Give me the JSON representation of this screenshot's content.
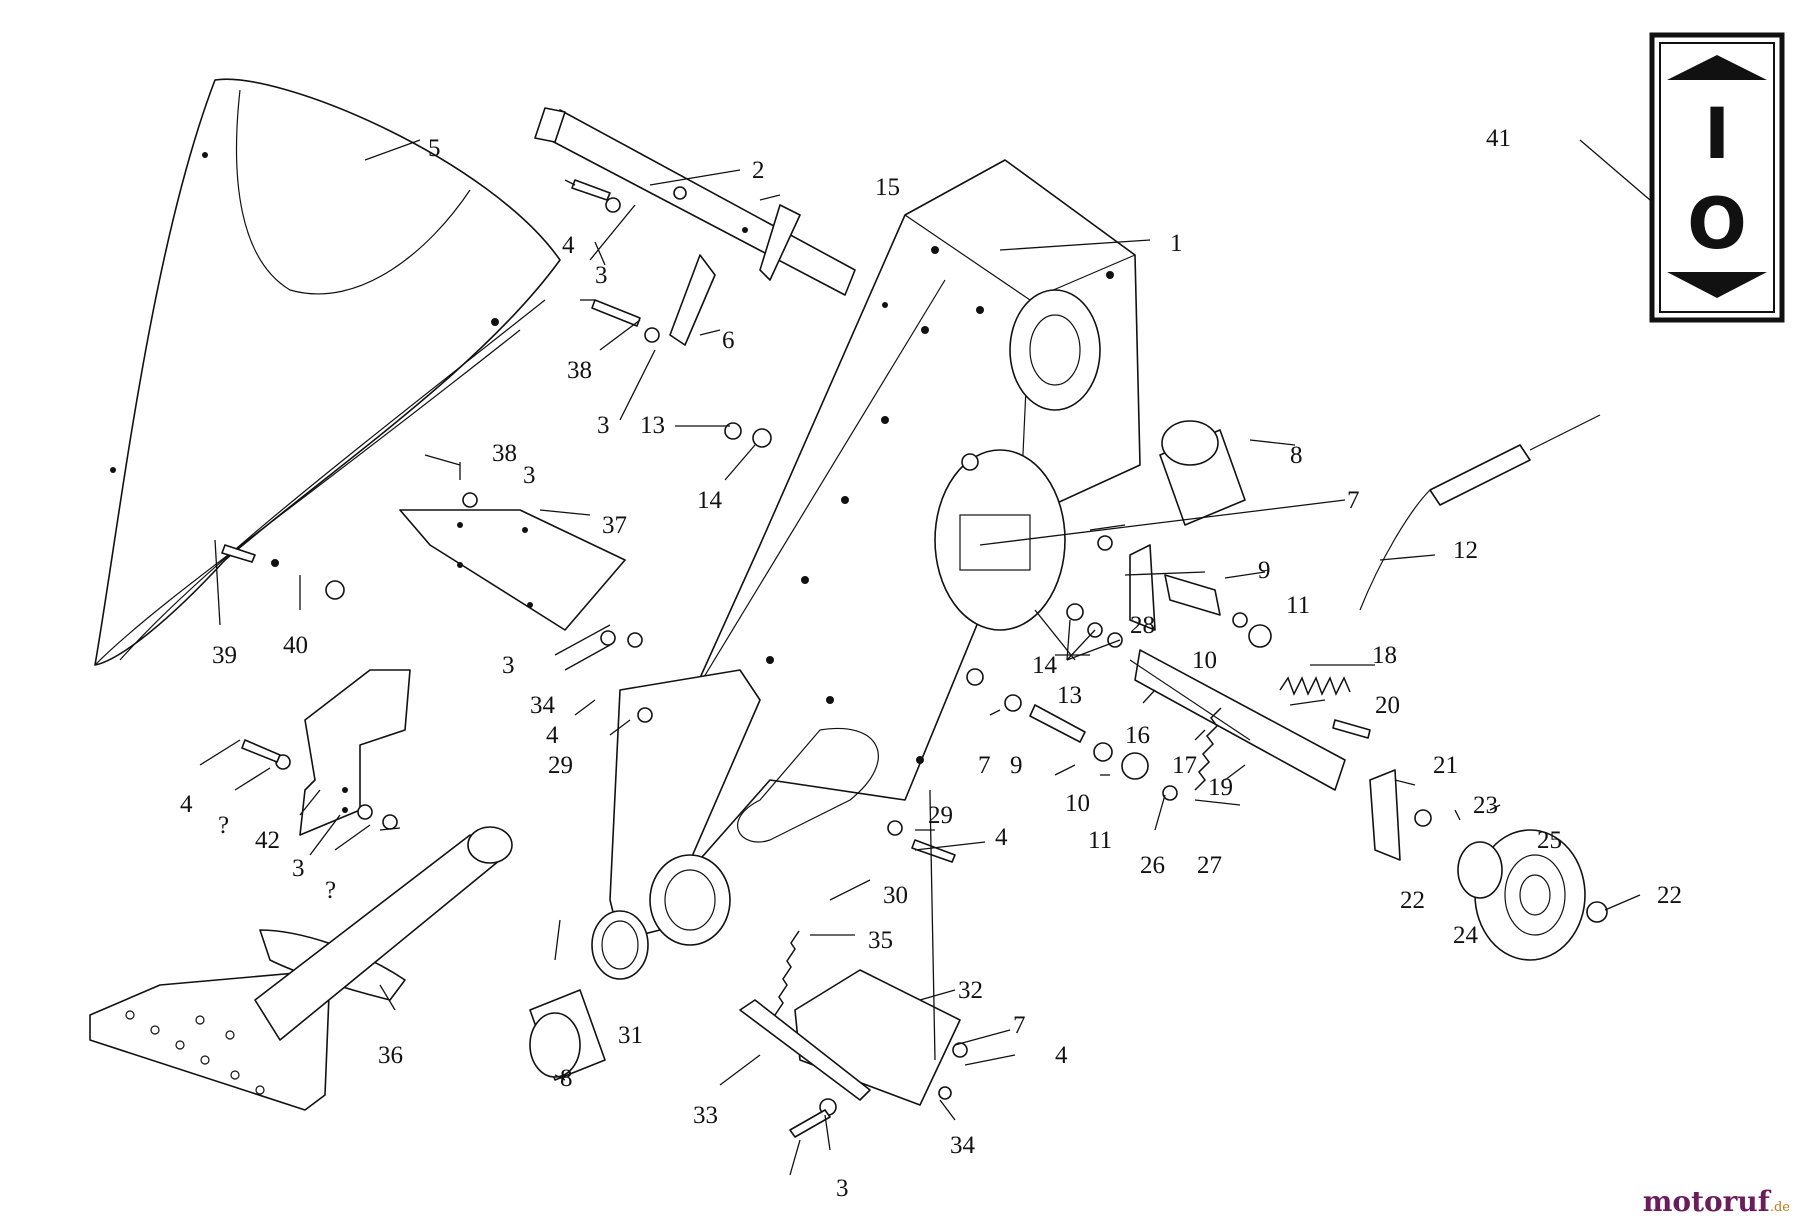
{
  "io_symbol": {
    "top_letter": "I",
    "bottom_letter": "O"
  },
  "watermark": {
    "brand": "motoruf",
    "suffix": ".de"
  },
  "colors": {
    "line": "#111111",
    "watermark_brand": "#6a1d5a",
    "watermark_suffix": "#c07a1b"
  },
  "callouts": [
    "1",
    "2",
    "3",
    "3",
    "3",
    "3",
    "3",
    "3",
    "4",
    "4",
    "4",
    "4",
    "4",
    "5",
    "6",
    "7",
    "7",
    "7",
    "8",
    "8",
    "9",
    "9",
    "10",
    "10",
    "11",
    "11",
    "12",
    "13",
    "13",
    "14",
    "14",
    "15",
    "16",
    "17",
    "18",
    "19",
    "20",
    "21",
    "22",
    "22",
    "23",
    "24",
    "25",
    "26",
    "27",
    "28",
    "29",
    "29",
    "30",
    "31",
    "32",
    "33",
    "34",
    "34",
    "35",
    "36",
    "37",
    "38",
    "38",
    "39",
    "40",
    "41",
    "42",
    "?",
    "?"
  ]
}
